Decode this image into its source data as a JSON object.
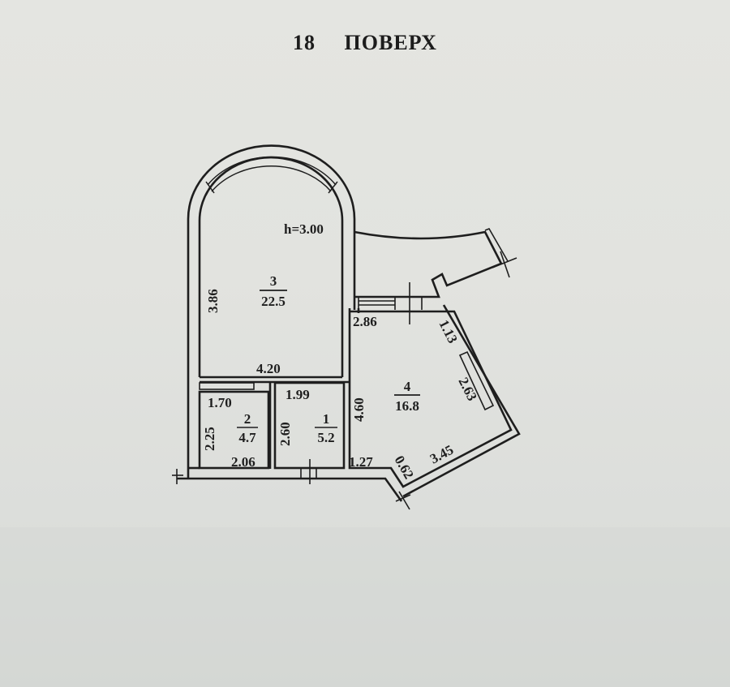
{
  "title": {
    "floor_number": "18",
    "floor_label": "ПОВЕРХ"
  },
  "ceiling_height": "h=3.00",
  "rooms": [
    {
      "number": "1",
      "area": "5.2"
    },
    {
      "number": "2",
      "area": "4.7"
    },
    {
      "number": "3",
      "area": "22.5"
    },
    {
      "number": "4",
      "area": "16.8"
    }
  ],
  "dimensions": {
    "room3_left": "3.86",
    "room3_bottom": "4.20",
    "room2_top": "1.70",
    "room2_left": "2.25",
    "room2_bottom": "2.06",
    "room1_top": "1.99",
    "room1_left": "2.60",
    "room4_left": "4.60",
    "room4_top": "2.86",
    "room4_diag_top": "1.13",
    "room4_diag_right": "2.63",
    "room4_bottom_diag": "3.45",
    "room4_bottom_short": "0.62",
    "room4_bottom_left": "1.27"
  },
  "colors": {
    "paper": "#e2e3df",
    "ink": "#1e1e1e"
  }
}
